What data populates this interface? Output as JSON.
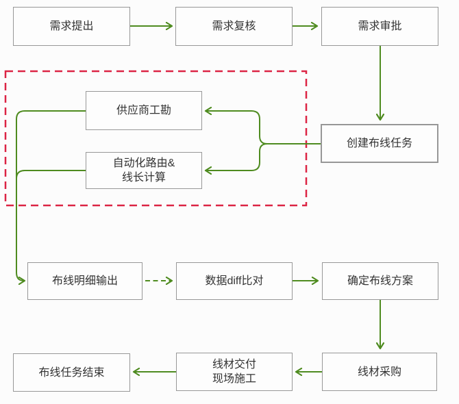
{
  "colors": {
    "connector_green": "#4e8b1f",
    "zone_dashed_red": "#dc2444",
    "node_border_gray": "#979797",
    "node_text": "#333333",
    "background": "#fcfcfc"
  },
  "nodes": [
    {
      "id": "demand-propose",
      "label": "需求提出"
    },
    {
      "id": "demand-recheck",
      "label": "需求复核"
    },
    {
      "id": "demand-approval",
      "label": "需求审批"
    },
    {
      "id": "create-cabling-task",
      "label": "创建布线任务"
    },
    {
      "id": "supplier-site-survey",
      "label": "供应商工勘"
    },
    {
      "id": "auto-routing-length-calc",
      "label": "自动化路由&\n线长计算"
    },
    {
      "id": "cabling-detail-output",
      "label": "布线明细输出"
    },
    {
      "id": "data-diff-compare",
      "label": "数据diff比对"
    },
    {
      "id": "confirm-cabling-plan",
      "label": "确定布线方案"
    },
    {
      "id": "cable-procurement",
      "label": "线材采购"
    },
    {
      "id": "cable-delivery-construction",
      "label": "线材交付\n现场施工"
    },
    {
      "id": "cabling-task-end",
      "label": "布线任务结束"
    }
  ]
}
